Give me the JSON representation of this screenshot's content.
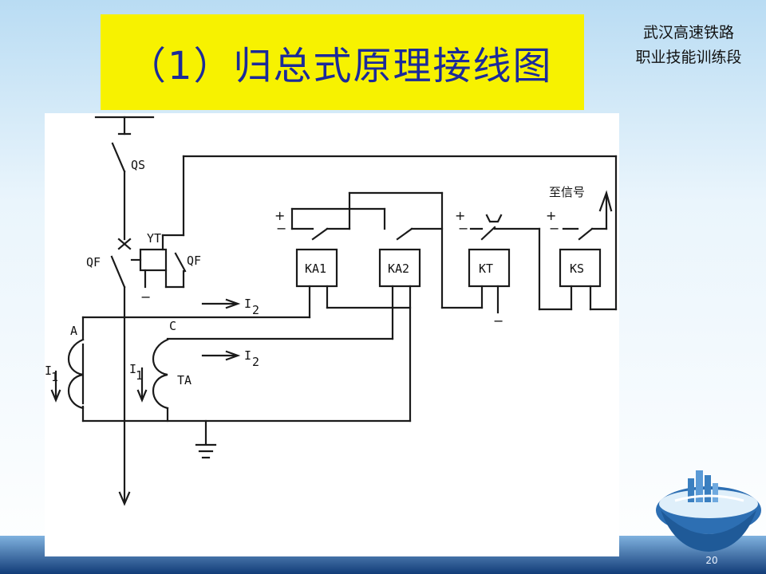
{
  "slide": {
    "title": "（1）归总式原理接线图",
    "org_line1": "武汉高速铁路",
    "org_line2": "职业技能训练段",
    "page_number": "20"
  },
  "diagram": {
    "labels": {
      "qs": "QS",
      "qf": "QF",
      "qf_aux": "QF",
      "yt": "YT",
      "ka1": "KA1",
      "ka2": "KA2",
      "kt": "KT",
      "ks": "KS",
      "ta": "TA",
      "phase_a": "A",
      "phase_c": "C",
      "signal": "至信号",
      "i2": "I",
      "i2_sub": "2",
      "i1": "I",
      "i1_sub": "1",
      "plus": "+",
      "minus": "−"
    }
  },
  "colors": {
    "title_bg": "#f7f200",
    "title_text": "#1b2a9a",
    "bg_top": "#cfe6f7",
    "bottom_band": "#1d4f8f"
  }
}
